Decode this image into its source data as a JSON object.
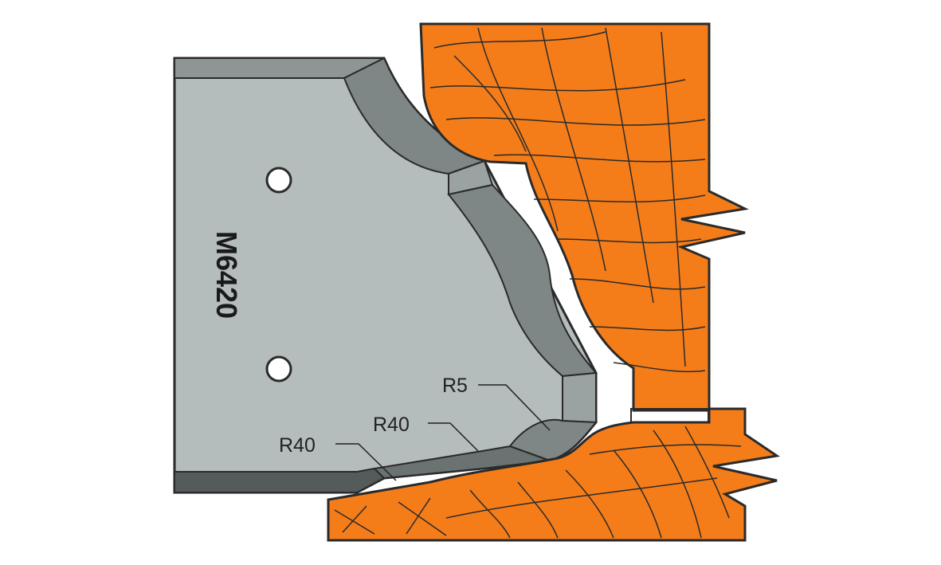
{
  "diagram": {
    "part_code": "M6420",
    "radius_labels": [
      "R5",
      "R40",
      "R40"
    ],
    "colors": {
      "knife_face": "#b4bcbc",
      "knife_bevel": "#7e8686",
      "knife_dark": "#555b5b",
      "wood": "#f47d1a",
      "outline": "#2a2a2a"
    }
  }
}
